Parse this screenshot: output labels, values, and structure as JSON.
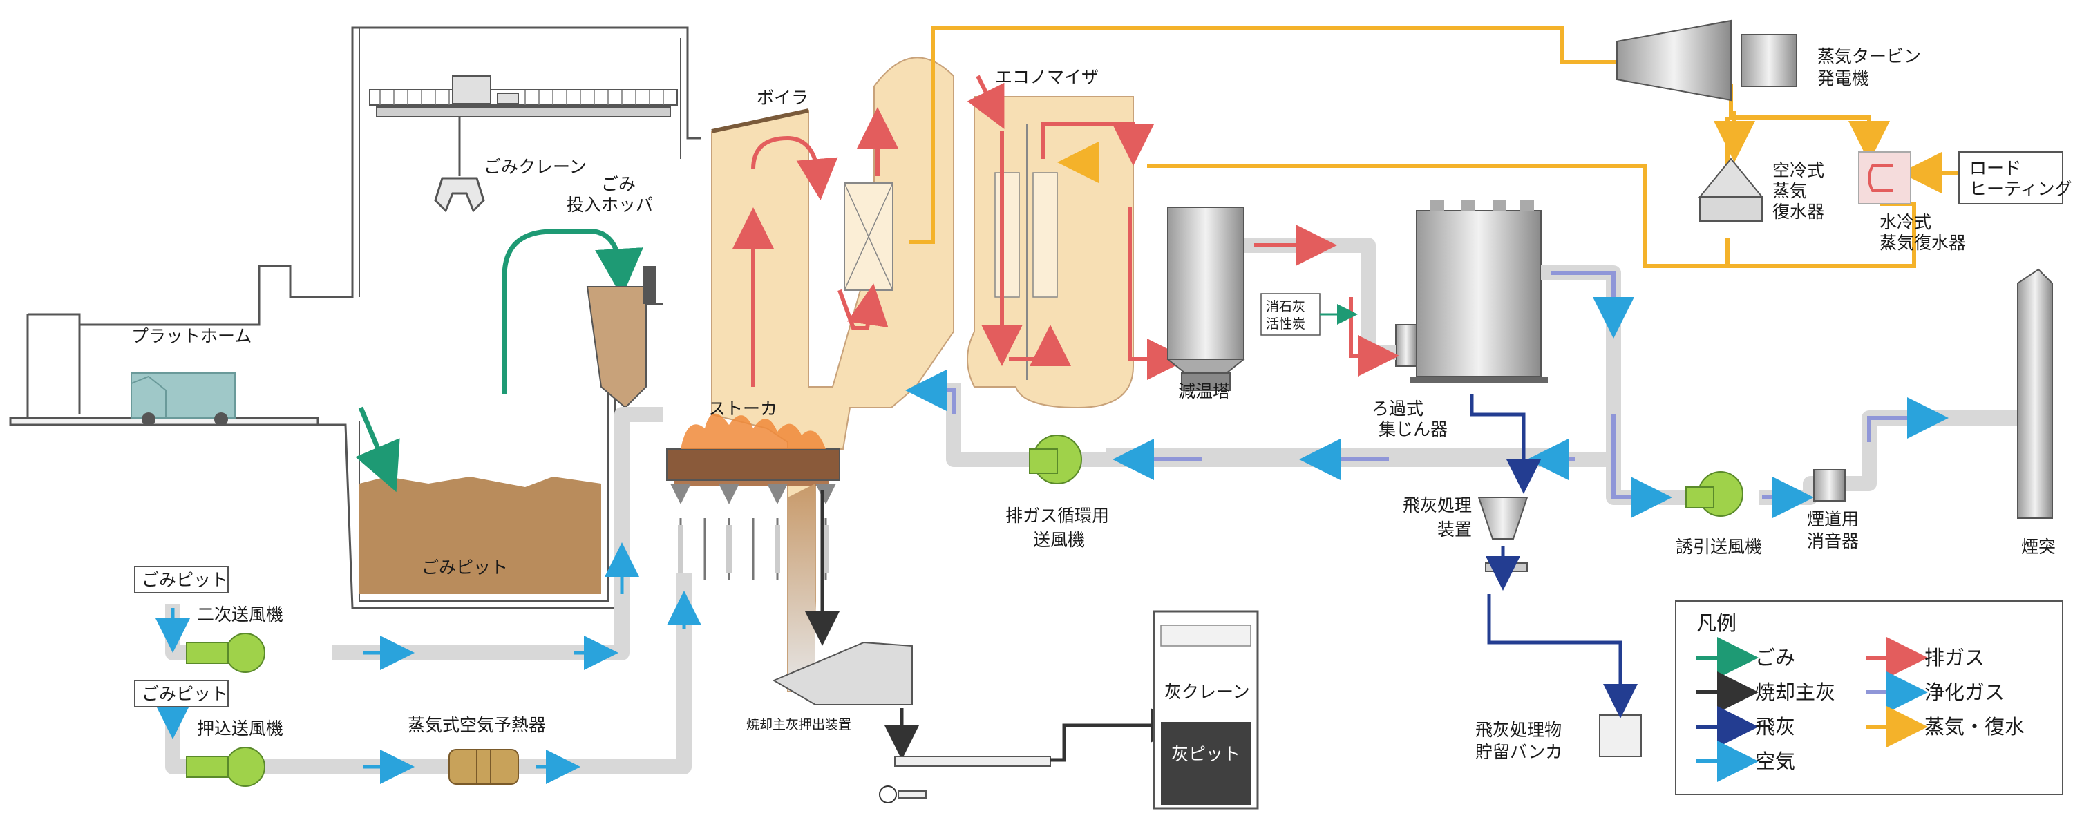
{
  "labels": {
    "platform": "プラットホーム",
    "crane": "ごみクレーン",
    "hopper_1": "ごみ",
    "hopper_2": "投入ホッパ",
    "pit": "ごみピット",
    "pit_tag_1": "ごみピット",
    "pit_tag_2": "ごみピット",
    "secondary_fan": "二次送風機",
    "push_fan": "押込送風機",
    "preheater": "蒸気式空気予熱器",
    "boiler": "ボイラ",
    "stoker": "ストーカ",
    "economizer": "エコノマイザ",
    "ash_pusher": "焼却主灰押出装置",
    "ash_crane": "灰クレーン",
    "ash_pit": "灰ピット",
    "recirc_fan_1": "排ガス循環用",
    "recirc_fan_2": "送風機",
    "cooling_tower": "減温塔",
    "lime_1": "消石灰",
    "lime_2": "活性炭",
    "bag_filter_1": "ろ過式",
    "bag_filter_2": "集じん器",
    "fly_ash_dev_1": "飛灰処理",
    "fly_ash_dev_2": "装置",
    "fly_ash_bunker_1": "飛灰処理物",
    "fly_ash_bunker_2": "貯留バンカ",
    "turbine_1": "蒸気タービン",
    "turbine_2": "発電機",
    "air_condenser_1": "空冷式",
    "air_condenser_2": "蒸気",
    "air_condenser_3": "復水器",
    "water_condenser_1": "水冷式",
    "water_condenser_2": "蒸気復水器",
    "road_heating_1": "ロード",
    "road_heating_2": "ヒーティング",
    "id_fan": "誘引送風機",
    "silencer_1": "煙道用",
    "silencer_2": "消音器",
    "stack": "煙突"
  },
  "legend": {
    "title": "凡例",
    "items": [
      {
        "label": "ごみ",
        "color": "#1e9a74"
      },
      {
        "label": "焼却主灰",
        "color": "#333333"
      },
      {
        "label": "飛灰",
        "color": "#233d91"
      },
      {
        "label": "空気",
        "color": "#2aa3dc"
      },
      {
        "label": "排ガス",
        "color": "#e35d5d"
      },
      {
        "label": "浄化ガス",
        "color": "#8f96d8"
      },
      {
        "label": "蒸気・復水",
        "color": "#f4b22a"
      }
    ]
  },
  "colors": {
    "steam": "#f4b22a",
    "waste": "#1e9a74",
    "ash": "#333333",
    "fly_ash": "#233d91",
    "air": "#2aa3dc",
    "flue_gas": "#e35d5d",
    "clean_gas": "#8f96d8",
    "duct": "#d8d8d8",
    "boiler_fill": "#f7dfb4",
    "fan_green": "#9fd24a",
    "pit_waste": "#b98c5c"
  },
  "icons": [
    "truck-icon",
    "fan-icon",
    "grab-bucket-icon",
    "motor-icon",
    "flame-icon"
  ]
}
